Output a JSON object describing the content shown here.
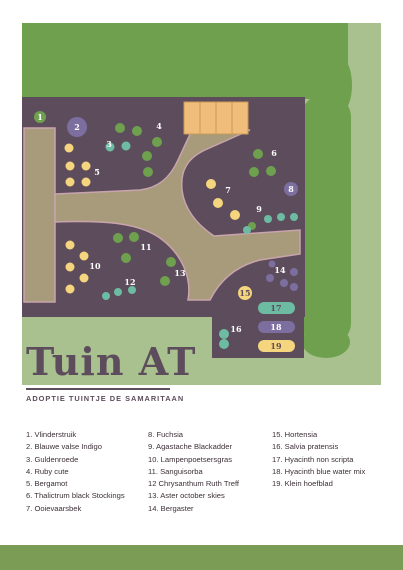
{
  "title": "Tuin AT",
  "subtitle": "ADOPTIE TUINTJE DE SAMARITAAN",
  "colors": {
    "lawn": "#a9c18f",
    "bed": "#5d4d5c",
    "path": "#a79b7b",
    "path_edge": "#c9a4ad",
    "hedge": "#6ea04e",
    "planter": "#f0be7a",
    "footer": "#7b9c54",
    "blue": "#7c6fa0",
    "green": "#6ea04e",
    "yellow": "#f5d57d",
    "teal": "#6dbba2"
  },
  "map_labels": {
    "bed_1": "1",
    "bed_2": "2",
    "bed_3": "3",
    "bed_4": "4",
    "bed_5": "5",
    "bed_6": "6",
    "bed_7": "7",
    "bed_8": "8",
    "bed_9": "9",
    "bed_10": "10",
    "bed_11": "11",
    "bed_12": "12",
    "bed_13": "13",
    "bed_14": "14",
    "bed_15": "15",
    "bed_16": "16",
    "bed_17": "17",
    "bed_18": "18",
    "bed_19": "19"
  },
  "legend": {
    "col1": [
      "1. Vlinderstruik",
      "2. Blauwe valse Indigo",
      "3. Guldenroede",
      "4. Ruby cute",
      "5. Bergamot",
      "6. Thalictrum black Stockings",
      "7. Ooievaarsbek"
    ],
    "col2": [
      "8. Fuchsia",
      "9. Agastache Blackadder",
      "10. Lampenpoetsersgras",
      "11. Sanguisorba",
      "12 Chrysanthum Ruth Treff",
      "13. Aster october skies",
      "14. Bergaster"
    ],
    "col3": [
      "15. Hortensia",
      "16. Salvia pratensis",
      "17. Hyacinth non scripta",
      "18. Hyacinth blue water mix",
      "19. Klein hoefblad"
    ]
  }
}
